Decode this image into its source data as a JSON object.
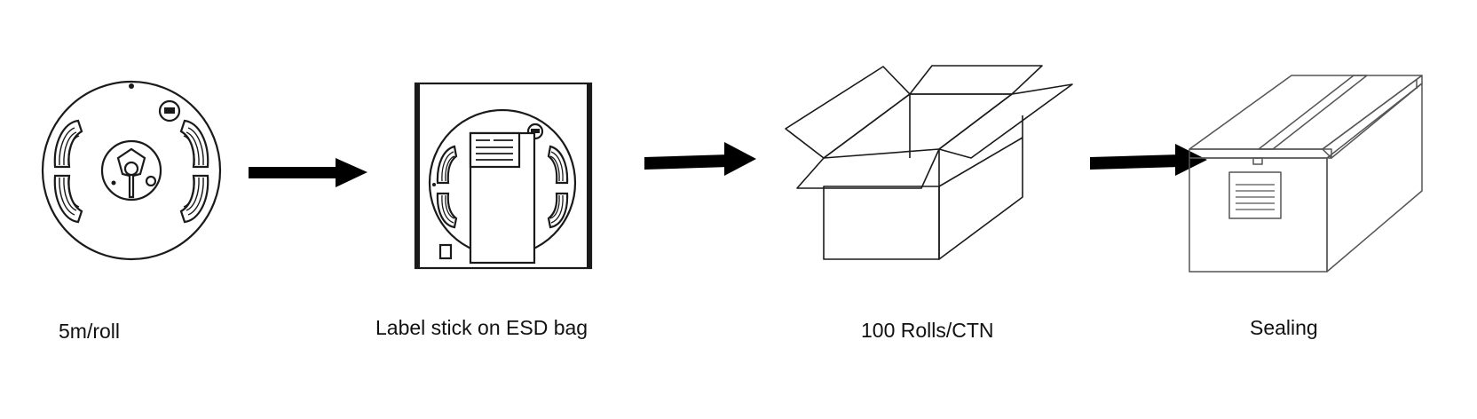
{
  "steps": [
    {
      "id": "roll",
      "label": "5m/roll",
      "icon": "reel-icon"
    },
    {
      "id": "bag",
      "label": "Label stick on ESD bag",
      "icon": "esd-bag-icon"
    },
    {
      "id": "carton",
      "label": "100 Rolls/CTN",
      "icon": "open-carton-icon"
    },
    {
      "id": "seal",
      "label": "Sealing",
      "icon": "sealed-carton-icon"
    }
  ],
  "connectors": [
    "arrow-right-icon",
    "arrow-right-icon",
    "arrow-right-icon"
  ],
  "colors": {
    "background": "#ffffff",
    "line": "#1a1a1a",
    "light_line": "#555555",
    "arrow": "#000000"
  }
}
